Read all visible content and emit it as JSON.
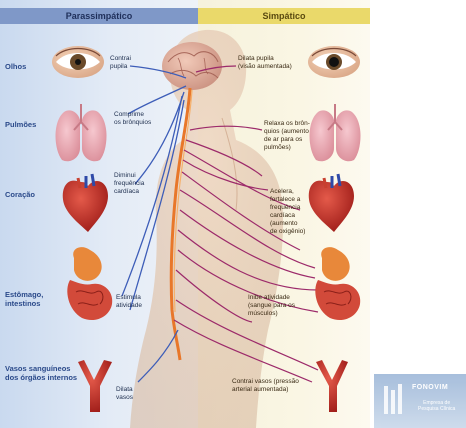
{
  "headers": {
    "parasympathetic": "Parassimpático",
    "sympathetic": "Simpático"
  },
  "organs": {
    "eyes": "Olhos",
    "lungs": "Pulmões",
    "heart": "Coração",
    "stomach_line1": "Estômago,",
    "stomach_line2": "intestinos",
    "vessels_line1": "Vasos sanguíneos",
    "vessels_line2": "dos órgãos internos"
  },
  "parasympathetic_effects": {
    "eyes_1": "Contrai",
    "eyes_2": "pupila",
    "lungs_1": "Comprime",
    "lungs_2": "os brônquios",
    "heart_1": "Diminui",
    "heart_2": "frequência",
    "heart_3": "cardíaca",
    "stomach_1": "Estimula",
    "stomach_2": "atividade",
    "vessels_1": "Dilata",
    "vessels_2": "vasos"
  },
  "sympathetic_effects": {
    "eyes_1": "Dilata pupila",
    "eyes_2": "(visão aumentada)",
    "lungs_1": "Relaxa os brôn-",
    "lungs_2": "quios (aumento",
    "lungs_3": "de ar para os",
    "lungs_4": "pulmões)",
    "heart_1": "Acelera,",
    "heart_2": "fortalece a",
    "heart_3": "frequência",
    "heart_4": "cardíaca",
    "heart_5": "(aumento",
    "heart_6": "de oxigênio)",
    "stomach_1": "Inibe atividade",
    "stomach_2": "(sangue para os",
    "stomach_3": "músculos)",
    "vessels_1": "Contrai vasos (pressão",
    "vessels_2": "arterial aumentada)"
  },
  "logo": {
    "title": "FONOVIM",
    "sub_1": "Empresa de",
    "sub_2": "Pesquisa Clínica"
  },
  "colors": {
    "parasympathetic_header": "#7f98c8",
    "sympathetic_header": "#ead96a",
    "parasympathetic_nerve": "#3d5db8",
    "sympathetic_nerve": "#9c2a6a",
    "spinal_cord": "#e8772a",
    "organ_label": "#2b4a8a"
  }
}
